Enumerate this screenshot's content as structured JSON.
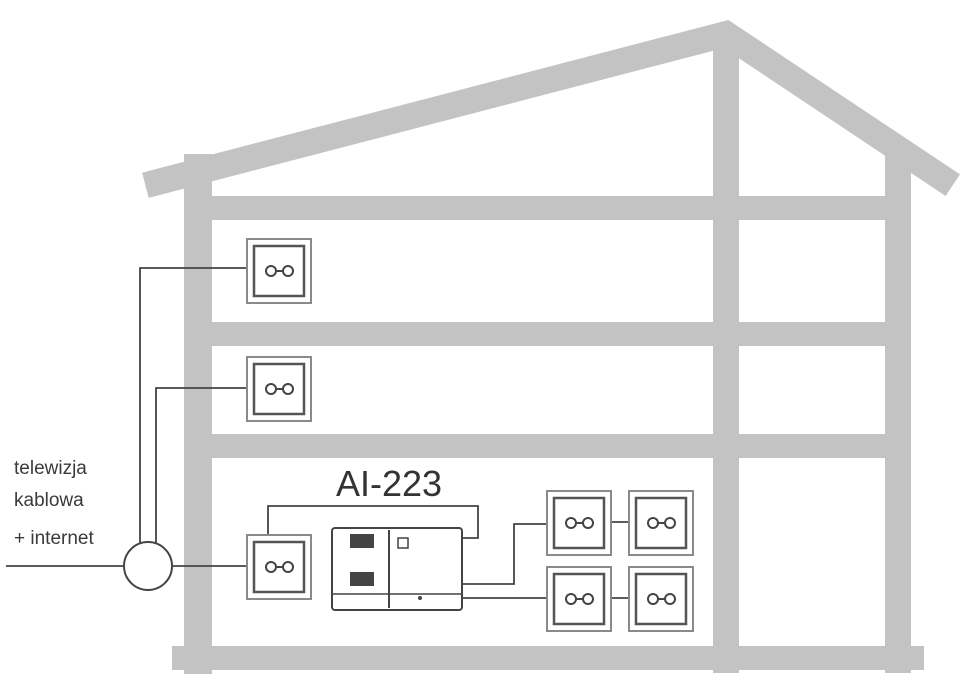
{
  "labels": {
    "side_line_1": "telewizja",
    "side_line_2": "kablowa",
    "side_line_3": "+ internet",
    "device_name": "AI-223"
  },
  "colors": {
    "house": "#c3c3c3",
    "wire": "#444444",
    "socket_outer": "#8a8a8a",
    "socket_inner": "#555555",
    "text": "#3a3a3a"
  },
  "icons": [
    "tv-outlet-icon",
    "splitter-icon",
    "amplifier-icon"
  ]
}
